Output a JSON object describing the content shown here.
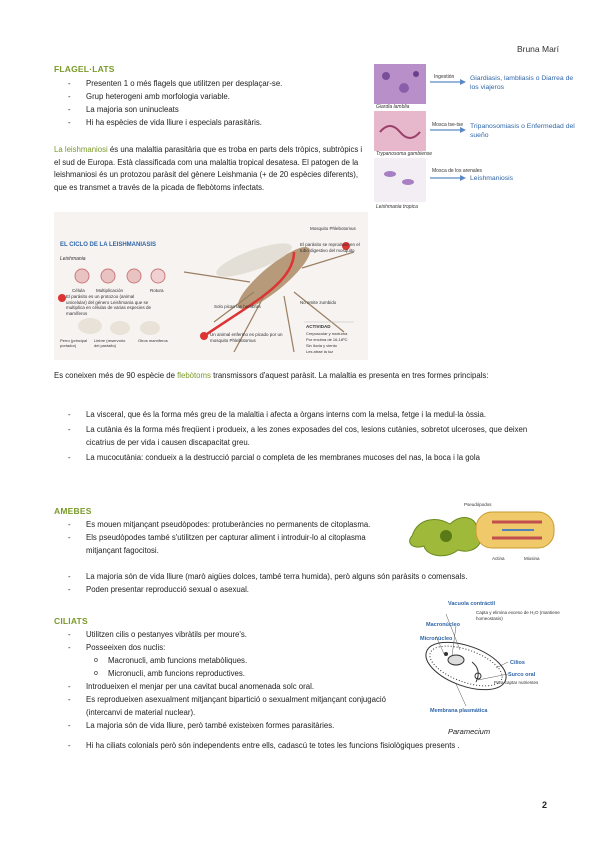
{
  "author": "Bruna Marí",
  "page_number": "2",
  "flagel": {
    "title": "FLAGEL·LATS",
    "bullets": [
      "Presenten 1 o més flagels que utilitzen per desplaçar-se.",
      "Grup heterogeni amb morfologia variable.",
      "La majoria son uninucleats",
      "Hi ha espècies de vida lliure i especials parasitàris."
    ],
    "figure": {
      "rows": [
        {
          "img_label": "Giardia lamblia",
          "arrow_label": "Ingestión",
          "result": "Giardiasis, lambliasis o Diarrea de los viajeros"
        },
        {
          "img_label": "Trypanosoma gambiense",
          "arrow_label": "Mosca tse-tse",
          "result": "Tripanosomiasis o Enfermedad del sueño"
        },
        {
          "img_label": "Leishmania tropica",
          "arrow_label": "Mosca de los arenales",
          "result": "Leishmaniosis"
        }
      ]
    }
  },
  "leish": {
    "term": "La leishmaniosi",
    "text": " és una malaltia parasitària que es troba en parts dels tròpics, subtròpics i el sud de Europa. Està classificada com una malaltia tropical desatesa. El patogen de la leishmaniosi és un protozou paràsit del gènere Leishmania (+ de 20 espècies diferents), que es transmet a través de la picada de flebòtoms infectats."
  },
  "cycle": {
    "title": "EL CICLO DE LA LEISHMANIASIS",
    "leishmania": "Leishmania",
    "stages": [
      "Célula",
      "Multiplicación",
      "Rotura"
    ],
    "step1": "El parásito es un protozoo (animal unicelular) del género Leishmania que se multiplica en células de varias especies de mamíferos",
    "step2": "Un animal enfermo es picado por un mosquito Phlebotomus",
    "step3": "El parásito se reproduce en el tubo digestivo del mosquito",
    "mosquito_label": "Mosquito Phlebotomus",
    "bite_label": "Solo pican las hembras",
    "sound_label": "No emite zumbido",
    "animals": [
      "Perro (principal portador)",
      "Liebre (reservorio del parásito)",
      "Otros mamíferos"
    ],
    "activity_title": "ACTIVIDAD",
    "activity": [
      "Crepuscular y nocturna",
      "Por encima de 16-18ºC",
      "Sin lluvia y viento",
      "Les atrae la luz"
    ]
  },
  "flebo": {
    "before": "Es coneixen més de 90 espècie de ",
    "term": "flebòtoms",
    "after": " transmissors d'aquest paràsit. La malaltia es presenta en tres formes principals:",
    "bullets": [
      "La visceral, que és la forma més greu de la malaltia i afecta a òrgans interns com la melsa, fetge i la medul·la òssia.",
      "La cutània és la forma més freqüent i produeix, a les zones exposades del cos, lesions cutànies, sobretot ulceroses, que deixen cicatrius de per vida i causen discapacitat greu.",
      "La mucocutània: condueix a la destrucció parcial o completa de les membranes mucoses del nas, la boca i la gola"
    ]
  },
  "amebes": {
    "title": "AMEBES",
    "bullets": [
      "Es mouen mitjançant pseudòpodes: protuberàncies no permanents de citoplasma.",
      "Els pseudòpodes també s'utilitzen per capturar aliment i introduir-lo al citoplasma mitjançant fagocitosi.",
      "La majoria són de vida lliure (marò aigües dolces, també terra humida), però alguns són paràsits o comensals.",
      "Poden presentar reproducció sexual o asexual."
    ],
    "figure": {
      "label_top": "Pseudópodos",
      "label_left": "Actina",
      "label_right": "Miosina"
    }
  },
  "ciliats": {
    "title": "CILIATS",
    "bullets": [
      "Utilitzen cilis o pestanyes vibràtils per moure's.",
      "Posseeixen dos nuclis:"
    ],
    "sub": [
      "Macronucli, amb funcions metabòliques.",
      "Micronucli, amb funcions reproductives."
    ],
    "bullets2": [
      "Introdueixen el menjar per una cavitat bucal anomenada solc oral.",
      "Es reprodueixen asexualment mitjançant bipartició o sexualment mitjançant conjugació (intercanvi de material nuclear).",
      "La majoria són de vida lliure, però també existeixen formes parasitàries.",
      "Hi ha ciliats colonials però són independents entre ells, cadascú te totes les funcions fisiològiques presents ."
    ],
    "figure": {
      "vacuola": "Vacuola contráctil",
      "vacuola_desc": "Capta y elimina exceso de H₂O (mantiene homeostasis)",
      "macro": "Macronúcleo",
      "micro": "Micronúcleo",
      "cilios": "Cilios",
      "surco": "Surco oral",
      "surco_desc": "Para captar nutrientes",
      "membrana": "Membrana plasmática",
      "caption": "Paramecium"
    }
  },
  "colors": {
    "accent": "#7a9a2a",
    "cell_purple": "#a77fc2",
    "mosquito": "#b79a7a"
  }
}
